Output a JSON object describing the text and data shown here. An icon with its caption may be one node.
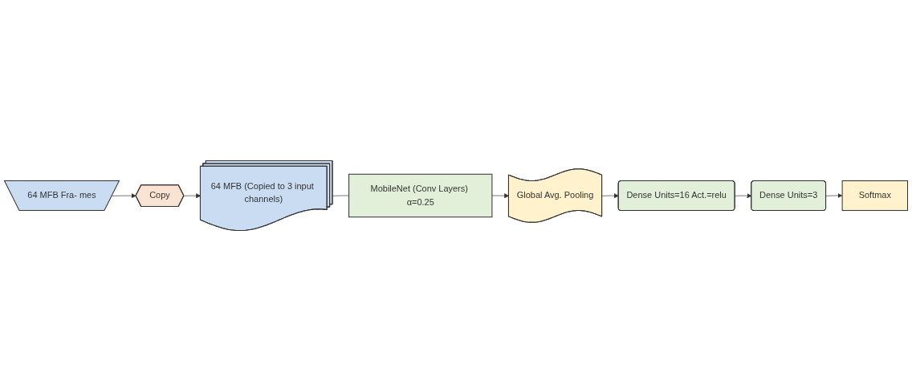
{
  "diagram": {
    "nodes": [
      {
        "text": [
          "64 MFB Fra- mes"
        ]
      },
      {
        "text": [
          "Copy"
        ]
      },
      {
        "text": [
          "64 MFB (Copied to 3 input channels)"
        ]
      },
      {
        "text": [
          "MobileNet (Conv Layers) α=0.25"
        ]
      },
      {
        "text": [
          "Global Avg. Pooling"
        ]
      },
      {
        "text": [
          "Dense Units=16 Act.=relu"
        ]
      },
      {
        "text": [
          "Dense Units=3"
        ]
      },
      {
        "text": [
          "Softmax"
        ]
      }
    ],
    "edges": [
      {
        "from": 0,
        "to": 1,
        "arrow": "to"
      },
      {
        "from": 1,
        "to": 2,
        "arrow": "to"
      },
      {
        "from": 2,
        "to": 3,
        "arrow": "none"
      },
      {
        "from": 3,
        "to": 4,
        "arrow": "to"
      },
      {
        "from": 4,
        "to": 5,
        "arrow": "to"
      },
      {
        "from": 5,
        "to": 6,
        "arrow": "to"
      },
      {
        "from": 6,
        "to": 7,
        "arrow": "to"
      }
    ]
  }
}
